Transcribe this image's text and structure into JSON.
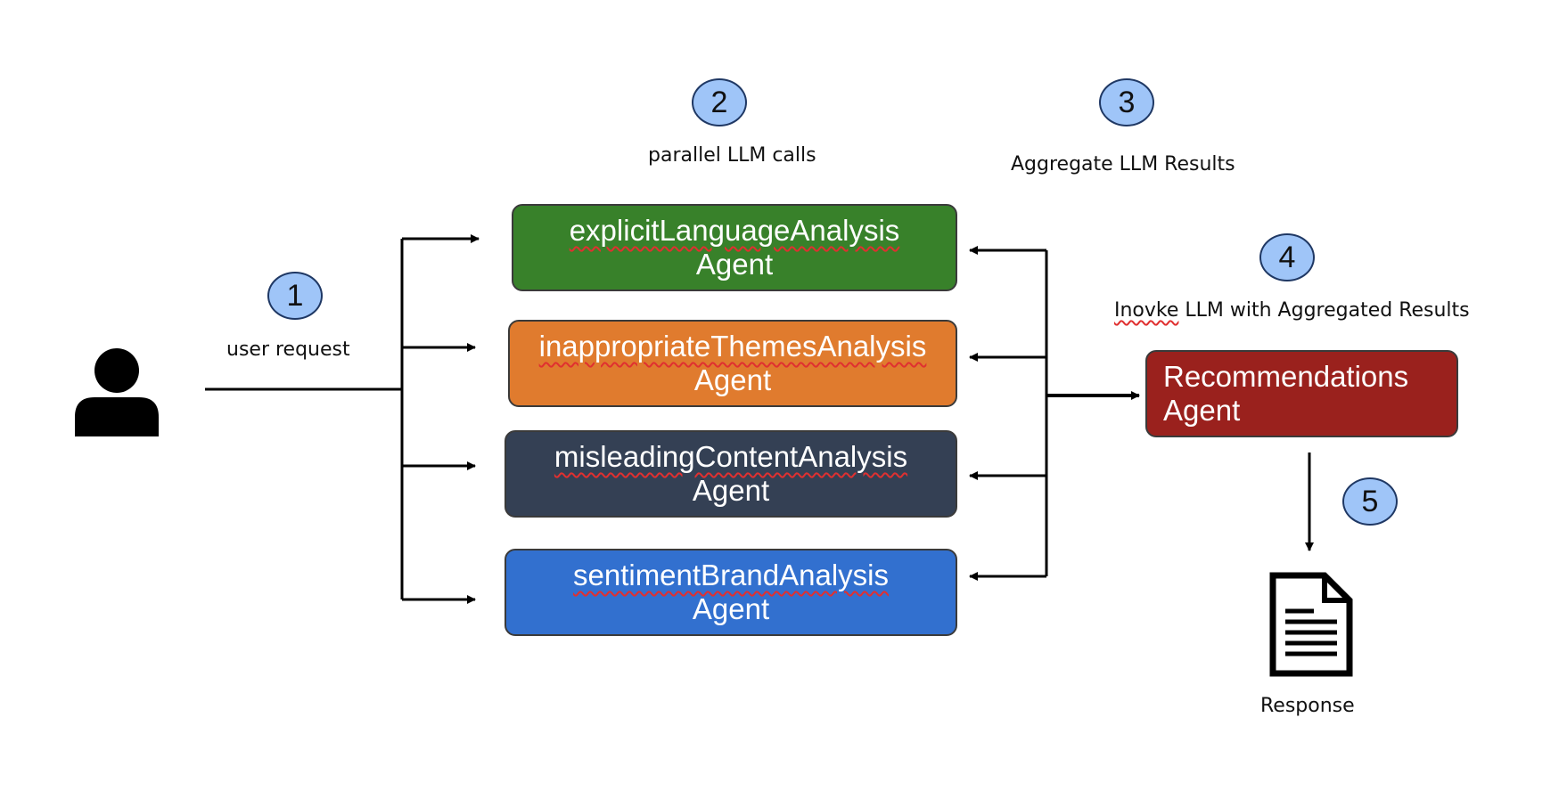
{
  "steps": {
    "s1": {
      "number": "1",
      "label": "user request"
    },
    "s2": {
      "number": "2",
      "label": "parallel LLM calls"
    },
    "s3": {
      "number": "3",
      "label": "Aggregate LLM Results"
    },
    "s4": {
      "number": "4",
      "label_word": "Inovke",
      "label_rest": " LLM with Aggregated Results"
    },
    "s5": {
      "number": "5"
    }
  },
  "agents": [
    {
      "name": "explicitLanguageAnalysis",
      "suffix": "Agent",
      "color": "#38812a"
    },
    {
      "name": "inappropriateThemesAnalysis",
      "suffix": "Agent",
      "color": "#e07b2e"
    },
    {
      "name": "misleadingContentAnalysis",
      "suffix": "Agent",
      "color": "#344054"
    },
    {
      "name": "sentimentBrandAnalysis",
      "suffix": "Agent",
      "color": "#3270cf"
    }
  ],
  "recommendations": {
    "line1": "Recommendations",
    "line2": "Agent",
    "color": "#9a211d"
  },
  "response": {
    "label": "Response"
  },
  "icons": {
    "user": "user-icon",
    "document": "document-icon"
  }
}
